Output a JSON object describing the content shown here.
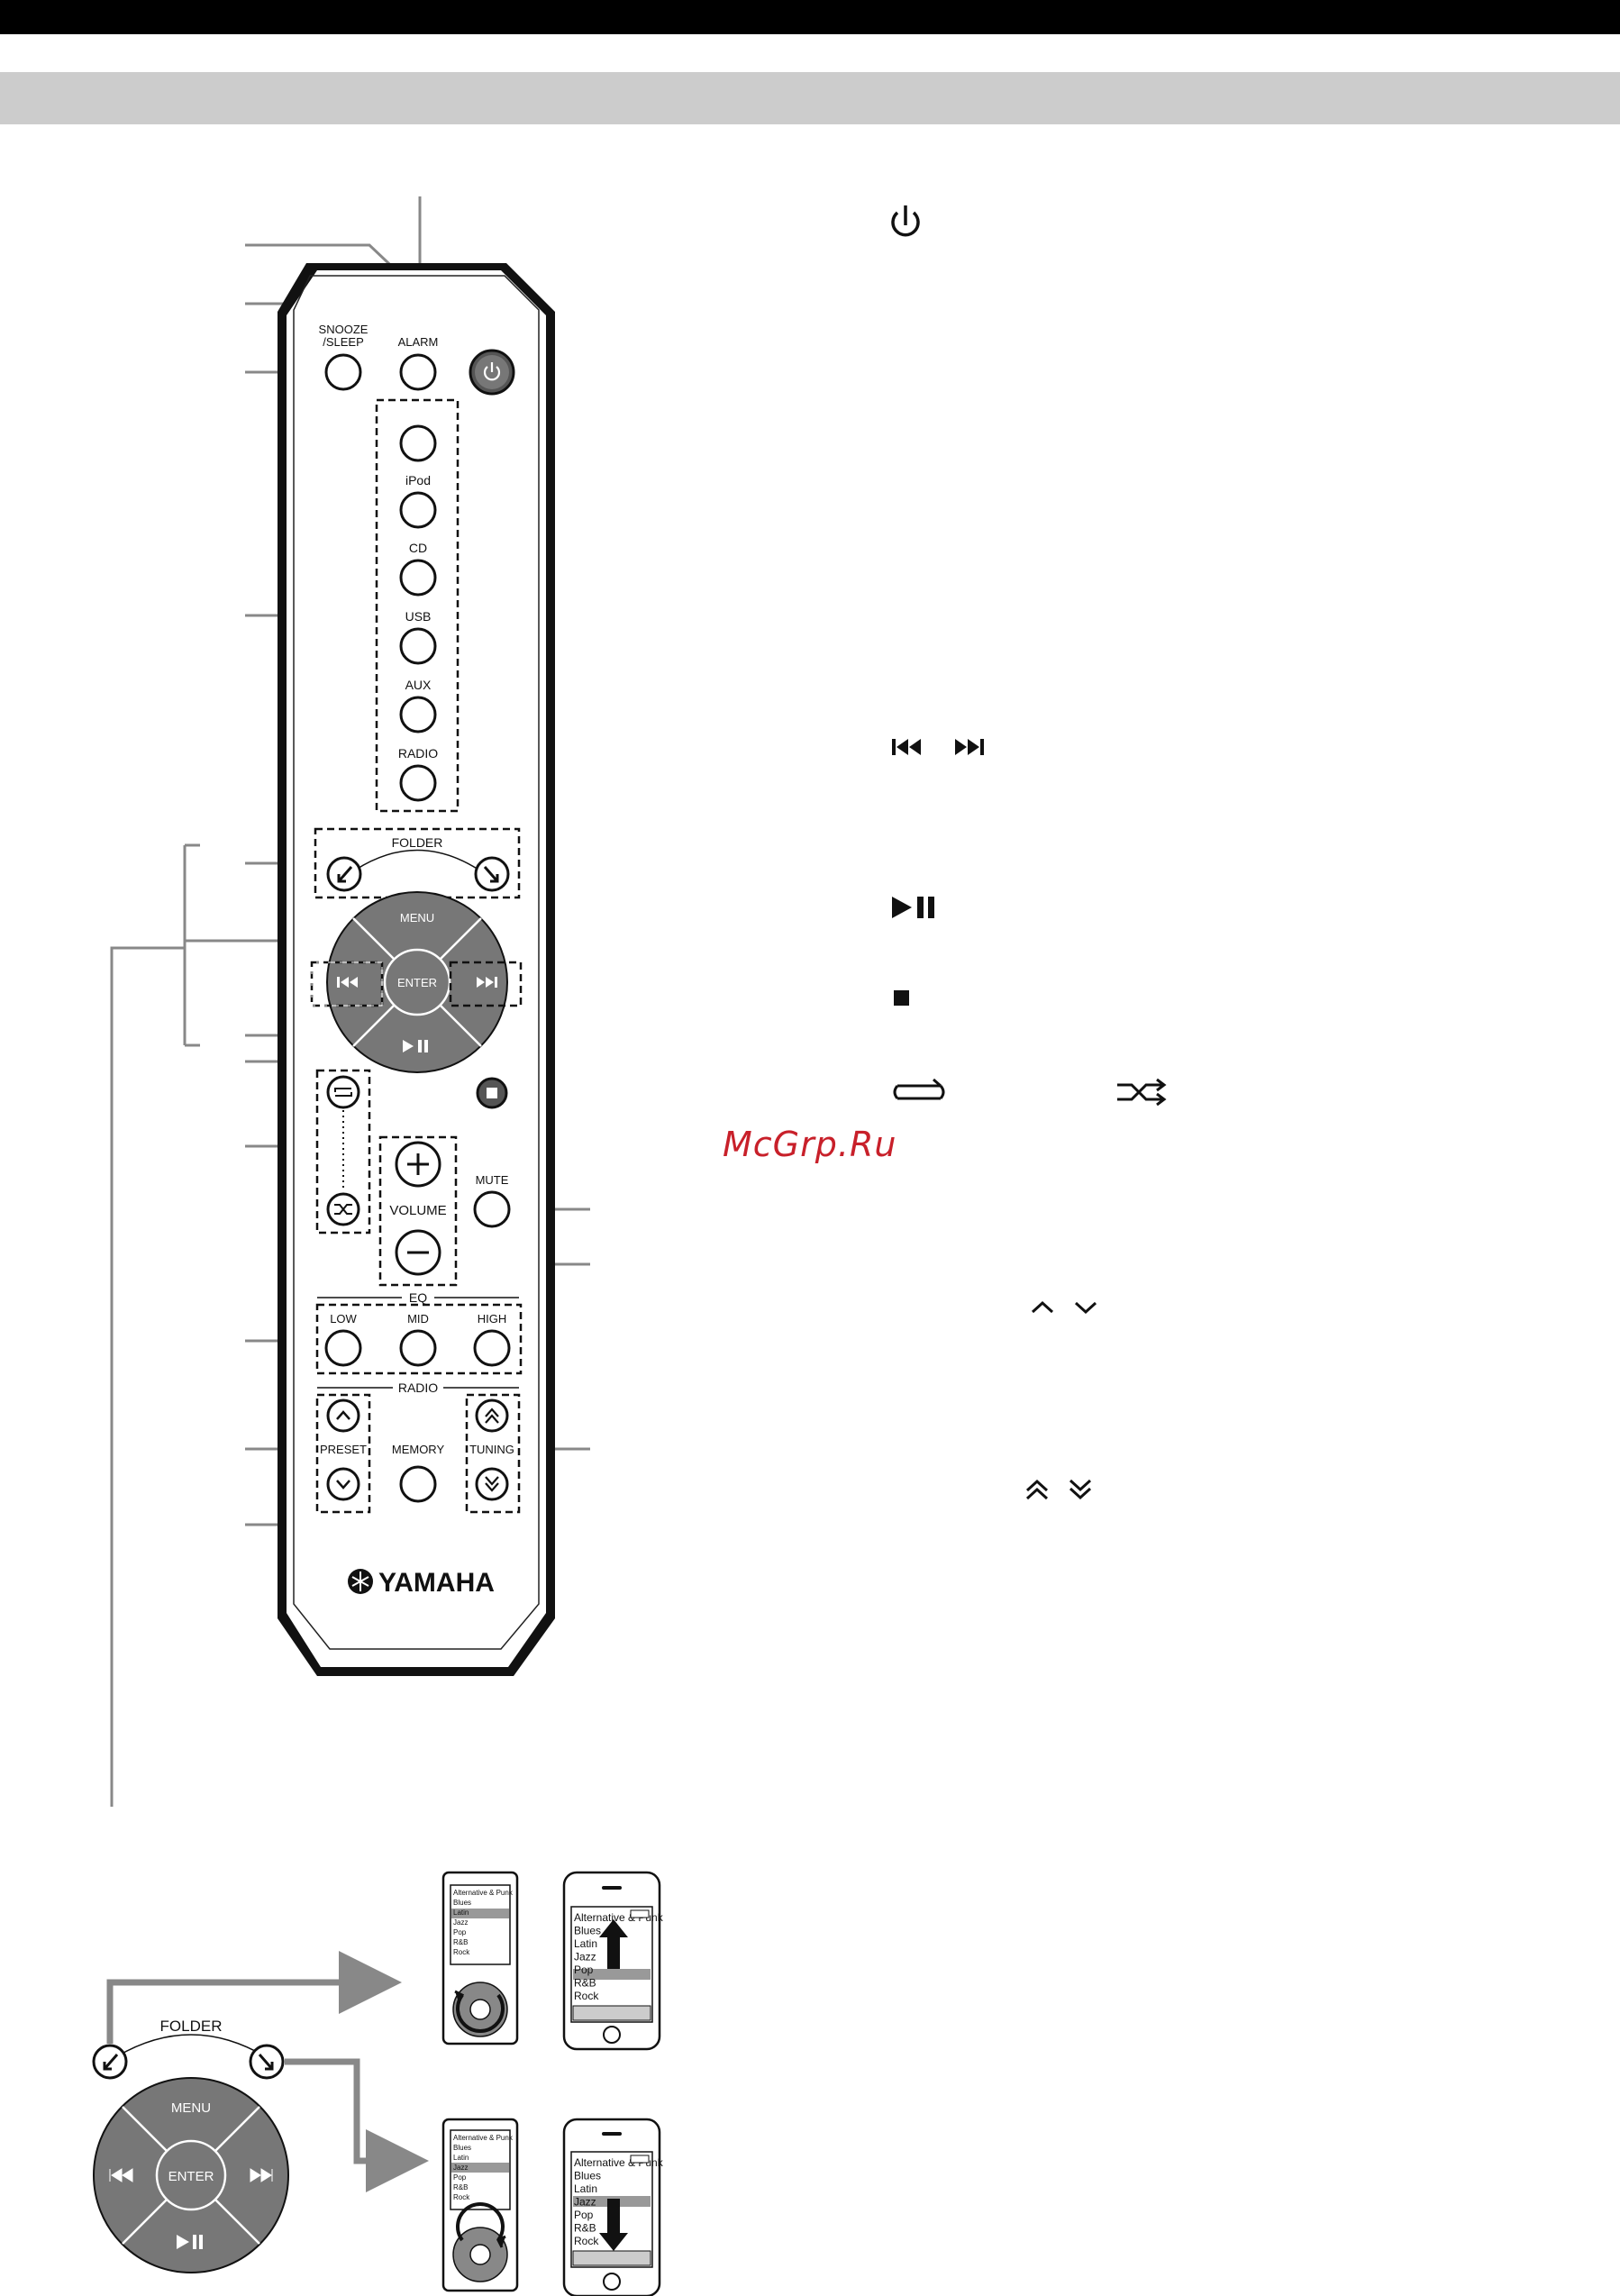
{
  "remote": {
    "buttons": {
      "snooze_sleep": "SNOOZE\n/SLEEP",
      "alarm": "ALARM",
      "ipod": "iPod",
      "cd": "CD",
      "usb": "USB",
      "aux": "AUX",
      "radio": "RADIO",
      "folder": "FOLDER",
      "menu": "MENU",
      "enter": "ENTER",
      "volume": "VOLUME",
      "mute": "MUTE",
      "eq": "EQ",
      "low": "LOW",
      "mid": "MID",
      "high": "HIGH",
      "radio_group": "RADIO",
      "preset": "PRESET",
      "tuning": "TUNING",
      "memory": "MEMORY"
    },
    "brand": "YAMAHA"
  },
  "watermark": "McGrp.Ru",
  "illustration": {
    "folder_label": "FOLDER",
    "menu_label": "MENU",
    "enter_label": "ENTER",
    "list_top": [
      "Alternative & Punk",
      "Blues",
      "Latin",
      "Jazz",
      "Pop",
      "R&B",
      "Rock"
    ],
    "list_bottom": [
      "Alternative & Punk",
      "Blues",
      "Latin",
      "Jazz",
      "Pop",
      "R&B",
      "Rock"
    ],
    "highlight_top_nano": "Latin",
    "highlight_top_touch": "Pop",
    "highlight_bottom_nano": "Jazz",
    "highlight_bottom_touch": "Jazz"
  },
  "icon_names": [
    "power-icon",
    "skip-back-icon",
    "skip-forward-icon",
    "play-pause-icon",
    "stop-icon",
    "repeat-icon",
    "shuffle-icon",
    "preset-up-icon",
    "preset-down-icon",
    "tuning-up-icon",
    "tuning-down-icon"
  ]
}
